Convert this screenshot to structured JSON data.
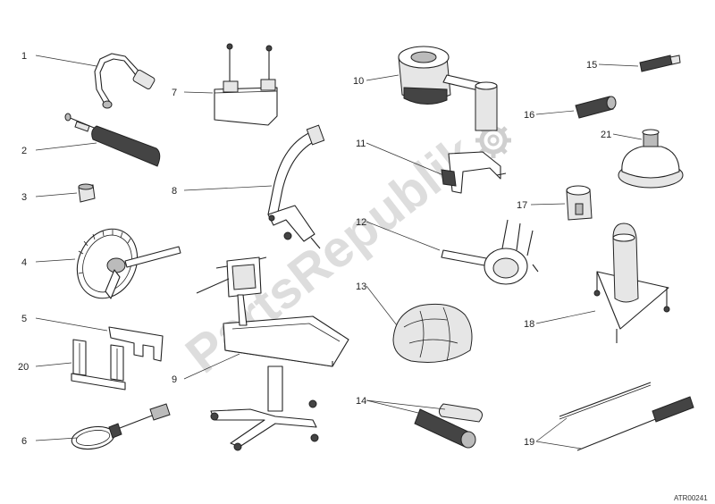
{
  "watermark": "PartsRepublik",
  "reference_code": "ATR00241",
  "callouts": [
    "1",
    "2",
    "3",
    "4",
    "5",
    "6",
    "7",
    "8",
    "9",
    "10",
    "11",
    "12",
    "13",
    "14",
    "15",
    "16",
    "17",
    "18",
    "19",
    "20",
    "21"
  ]
}
